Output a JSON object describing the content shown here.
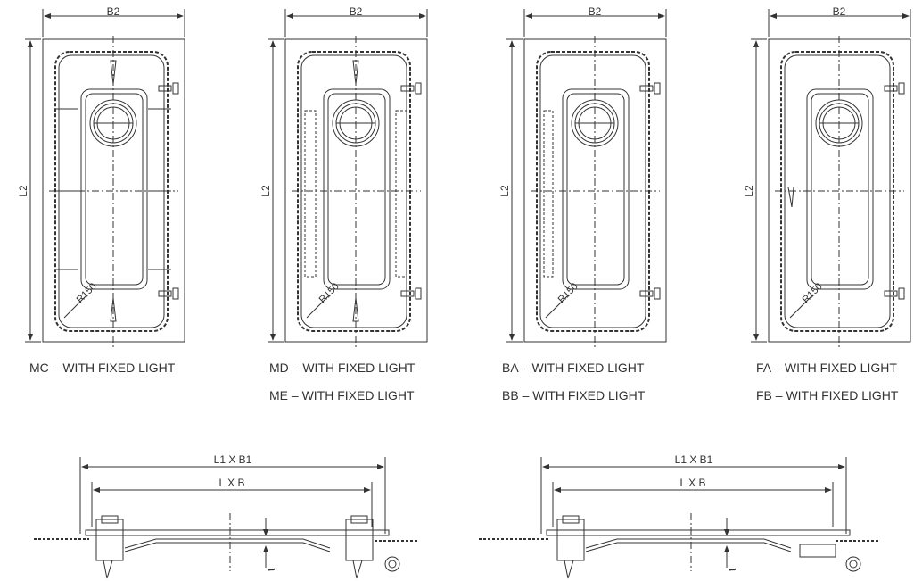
{
  "door_views": [
    {
      "dimension_width": "B2",
      "dimension_height": "L2",
      "radius_label": "R150",
      "captions": [
        "MC – WITH FIXED LIGHT"
      ]
    },
    {
      "dimension_width": "B2",
      "dimension_height": "L2",
      "radius_label": "R150",
      "captions": [
        "MD – WITH FIXED LIGHT",
        "ME – WITH FIXED LIGHT"
      ]
    },
    {
      "dimension_width": "B2",
      "dimension_height": "L2",
      "radius_label": "R150",
      "captions": [
        "BA – WITH FIXED LIGHT",
        "BB – WITH FIXED LIGHT"
      ]
    },
    {
      "dimension_width": "B2",
      "dimension_height": "L2",
      "radius_label": "R150",
      "captions": [
        "FA – WITH FIXED LIGHT",
        "FB – WITH FIXED LIGHT"
      ]
    }
  ],
  "section_views": [
    {
      "outer_dimension": "L1 X B1",
      "inner_dimension": "L X B",
      "thickness_label": "t"
    },
    {
      "outer_dimension": "L1 X B1",
      "inner_dimension": "L X B",
      "thickness_label": "t"
    }
  ]
}
